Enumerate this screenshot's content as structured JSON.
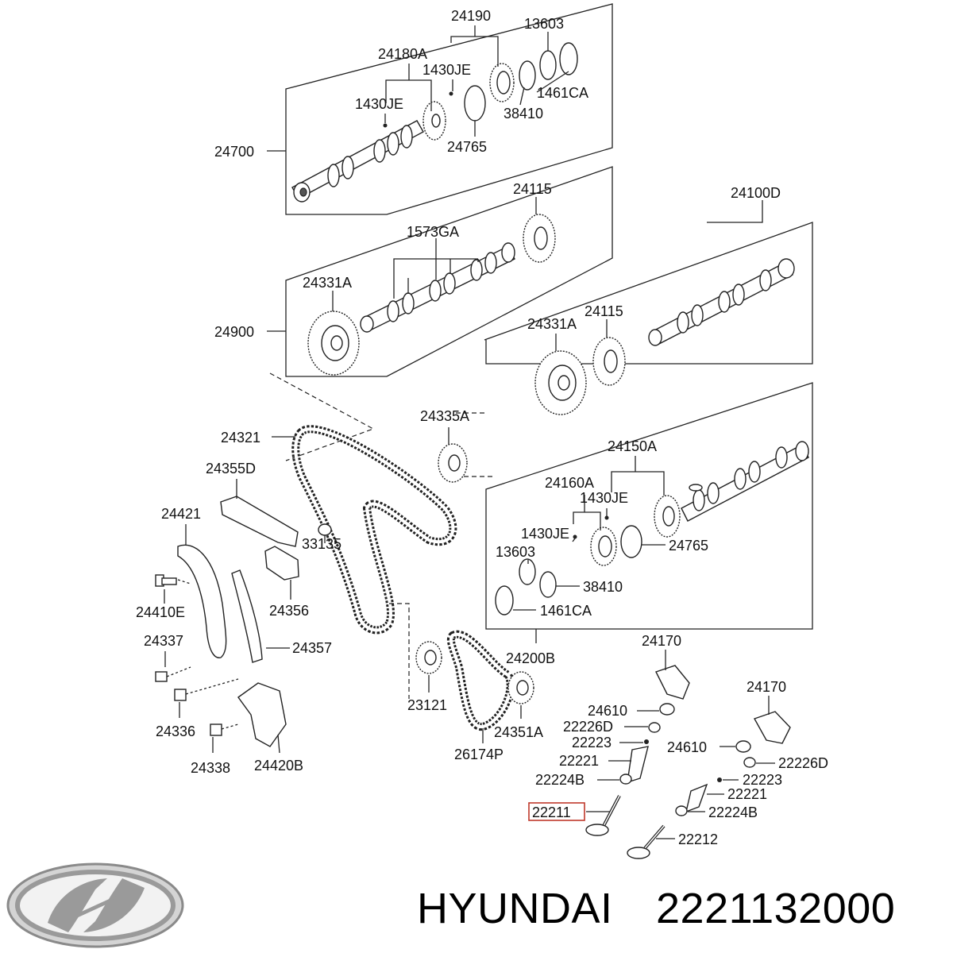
{
  "labels": [
    {
      "id": "l24190",
      "text": "24190"
    },
    {
      "id": "l13603a",
      "text": "13603"
    },
    {
      "id": "l24180A",
      "text": "24180A"
    },
    {
      "id": "l1430JEa",
      "text": "1430JE"
    },
    {
      "id": "l1430JEb",
      "text": "1430JE"
    },
    {
      "id": "l1461CAa",
      "text": "1461CA"
    },
    {
      "id": "l38410a",
      "text": "38410"
    },
    {
      "id": "l24765a",
      "text": "24765"
    },
    {
      "id": "l24700",
      "text": "24700"
    },
    {
      "id": "l24115a",
      "text": "24115"
    },
    {
      "id": "l1573GA",
      "text": "1573GA"
    },
    {
      "id": "l24100D",
      "text": "24100D"
    },
    {
      "id": "l24331Aa",
      "text": "24331A"
    },
    {
      "id": "l24900",
      "text": "24900"
    },
    {
      "id": "l24115b",
      "text": "24115"
    },
    {
      "id": "l24331Ab",
      "text": "24331A"
    },
    {
      "id": "l24335A",
      "text": "24335A"
    },
    {
      "id": "l24321",
      "text": "24321"
    },
    {
      "id": "l24150A",
      "text": "24150A"
    },
    {
      "id": "l24355D",
      "text": "24355D"
    },
    {
      "id": "l24160A",
      "text": "24160A"
    },
    {
      "id": "l1430JEc",
      "text": "1430JE"
    },
    {
      "id": "l24421",
      "text": "24421"
    },
    {
      "id": "l1430JEd",
      "text": "1430JE"
    },
    {
      "id": "l24765b",
      "text": "24765"
    },
    {
      "id": "l13603b",
      "text": "13603"
    },
    {
      "id": "l33135",
      "text": "33135"
    },
    {
      "id": "l38410b",
      "text": "38410"
    },
    {
      "id": "l24410E",
      "text": "24410E"
    },
    {
      "id": "l24356",
      "text": "24356"
    },
    {
      "id": "l1461CAb",
      "text": "1461CA"
    },
    {
      "id": "l24337",
      "text": "24337"
    },
    {
      "id": "l24357",
      "text": "24357"
    },
    {
      "id": "l24200B",
      "text": "24200B"
    },
    {
      "id": "l24170a",
      "text": "24170"
    },
    {
      "id": "l24170b",
      "text": "24170"
    },
    {
      "id": "l23121",
      "text": "23121"
    },
    {
      "id": "l24610a",
      "text": "24610"
    },
    {
      "id": "l22226Da",
      "text": "22226D"
    },
    {
      "id": "l24336",
      "text": "24336"
    },
    {
      "id": "l24351A",
      "text": "24351A"
    },
    {
      "id": "l22223a",
      "text": "22223"
    },
    {
      "id": "l24610b",
      "text": "24610"
    },
    {
      "id": "l22226Db",
      "text": "22226D"
    },
    {
      "id": "l24338",
      "text": "24338"
    },
    {
      "id": "l24420B",
      "text": "24420B"
    },
    {
      "id": "l26174P",
      "text": "26174P"
    },
    {
      "id": "l22221a",
      "text": "22221"
    },
    {
      "id": "l22223b",
      "text": "22223"
    },
    {
      "id": "l22224Ba",
      "text": "22224B"
    },
    {
      "id": "l22221b",
      "text": "22221"
    },
    {
      "id": "l22211",
      "text": "22211"
    },
    {
      "id": "l22224Bb",
      "text": "22224B"
    },
    {
      "id": "l22212",
      "text": "22212"
    }
  ],
  "caption": {
    "brand": "HYUNDAI",
    "part_number": "2221132000"
  },
  "highlight_part": "22211",
  "colors": {
    "highlight": "#c0392b",
    "ink": "#222222",
    "logo": "#9a9a9a"
  },
  "logo": {
    "icon": "hyundai-logo-icon"
  }
}
